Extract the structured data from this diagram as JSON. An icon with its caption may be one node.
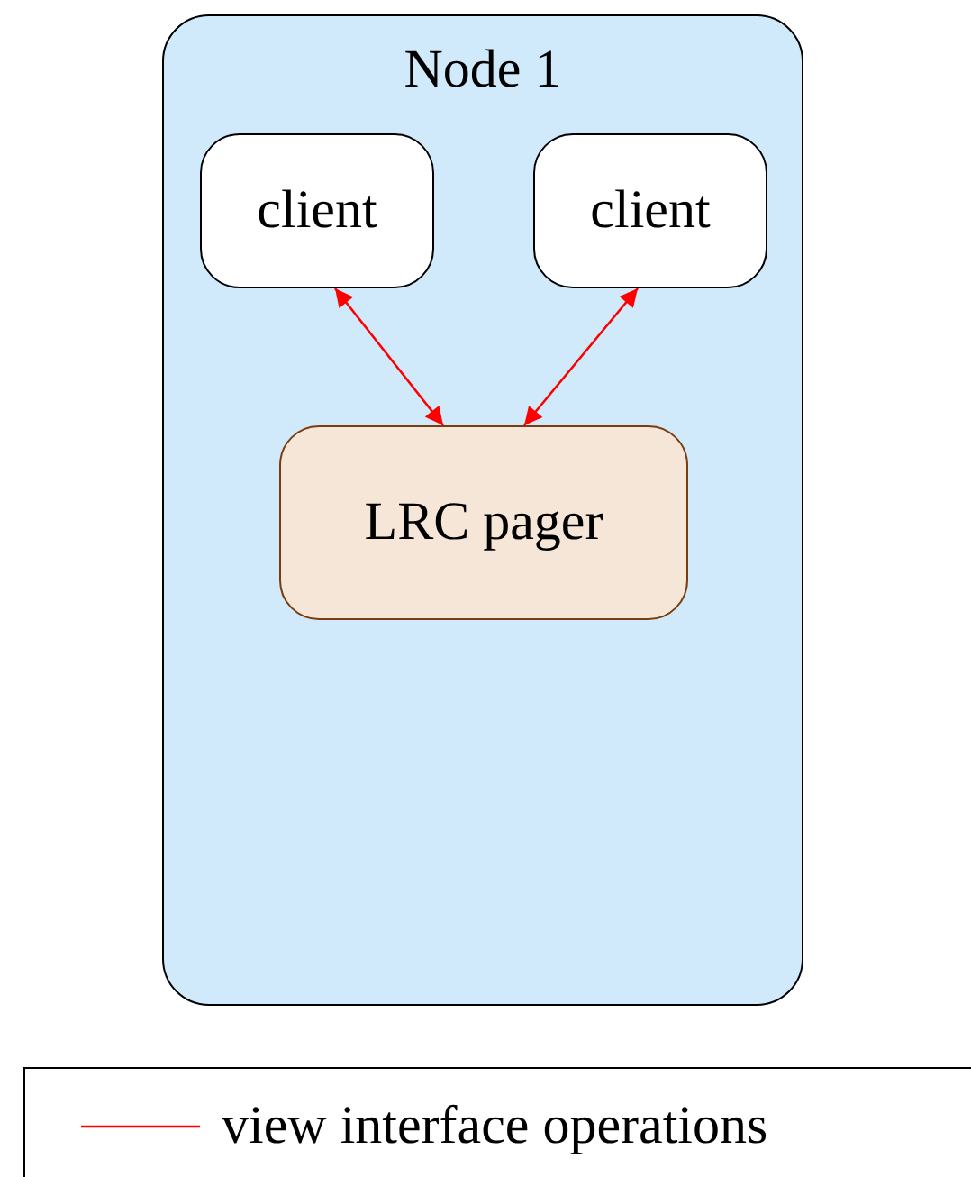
{
  "diagram": {
    "nodes": [
      {
        "text": [
          "Node 1"
        ]
      },
      {
        "text": [
          "client"
        ],
        "in": 0
      },
      {
        "text": [
          "client"
        ],
        "in": 0
      },
      {
        "text": [
          "LRC pager"
        ],
        "in": 0
      }
    ],
    "edges": [
      {
        "from": 1,
        "to": 3,
        "arrow": "both"
      },
      {
        "from": 2,
        "to": 3,
        "arrow": "both"
      }
    ],
    "legend": [
      {
        "text": "view interface operations"
      }
    ]
  }
}
